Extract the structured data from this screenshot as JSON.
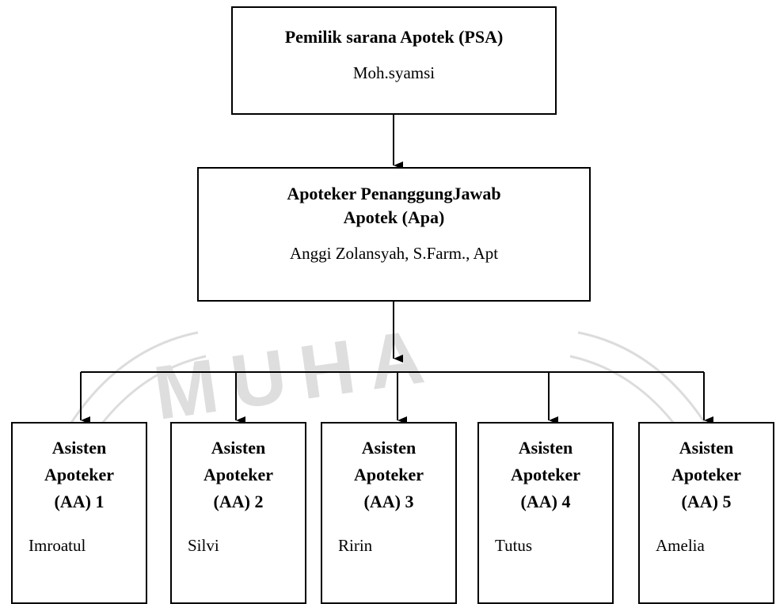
{
  "psa": {
    "title": "Pemilik sarana Apotek (PSA)",
    "name": "Moh.syamsi"
  },
  "apa": {
    "title_line1": "Apoteker PenanggungJawab",
    "title_line2": "Apotek (Apa)",
    "name": "Anggi Zolansyah, S.Farm., Apt"
  },
  "assistants": [
    {
      "line1": "Asisten",
      "line2": "Apoteker",
      "line3": "(AA) 1",
      "name": "Imroatul"
    },
    {
      "line1": "Asisten",
      "line2": "Apoteker",
      "line3": "(AA) 2",
      "name": "Silvi"
    },
    {
      "line1": "Asisten",
      "line2": "Apoteker",
      "line3": "(AA) 3",
      "name": "Ririn"
    },
    {
      "line1": "Asisten",
      "line2": "Apoteker",
      "line3": "(AA) 4",
      "name": "Tutus"
    },
    {
      "line1": "Asisten",
      "line2": "Apoteker",
      "line3": "(AA) 5",
      "name": "Amelia"
    }
  ],
  "watermark": {
    "text": "MUHA",
    "color": "#d9d9d9"
  }
}
